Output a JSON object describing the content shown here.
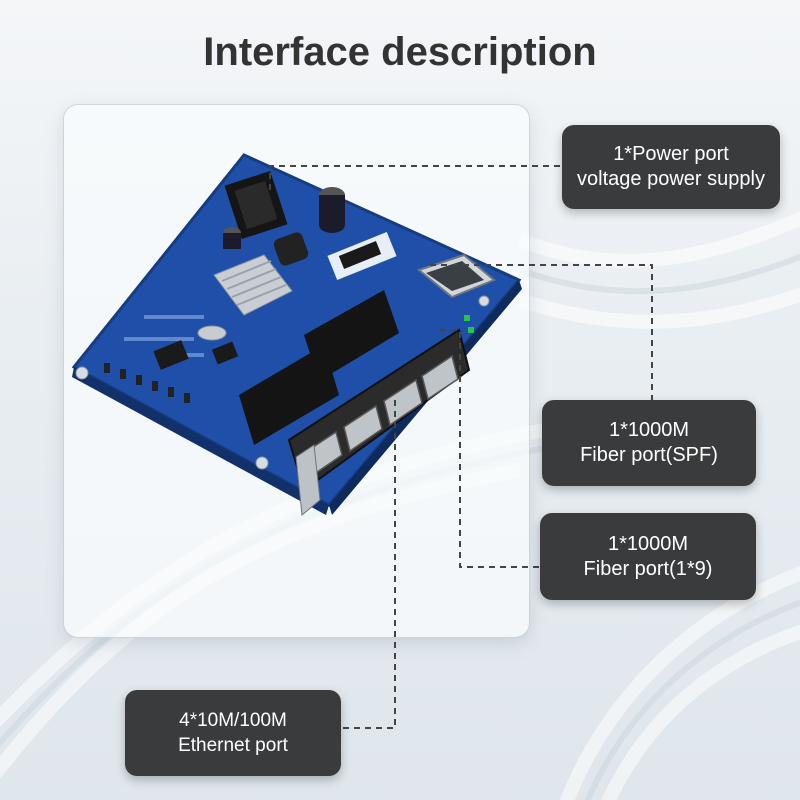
{
  "title": "Interface description",
  "callouts": {
    "power": {
      "line1": "1*Power port",
      "line2": "voltage power supply"
    },
    "sfp": {
      "line1": "1*1000M",
      "line2": "Fiber port(SPF)"
    },
    "fiber": {
      "line1": "1*1000M",
      "line2": "Fiber port(1*9)"
    },
    "ethernet": {
      "line1": "4*10M/100M",
      "line2": "Ethernet port"
    }
  },
  "colors": {
    "pcb": "#1f4fa8",
    "callout_bg": "#3a3b3c",
    "title": "#333333"
  }
}
